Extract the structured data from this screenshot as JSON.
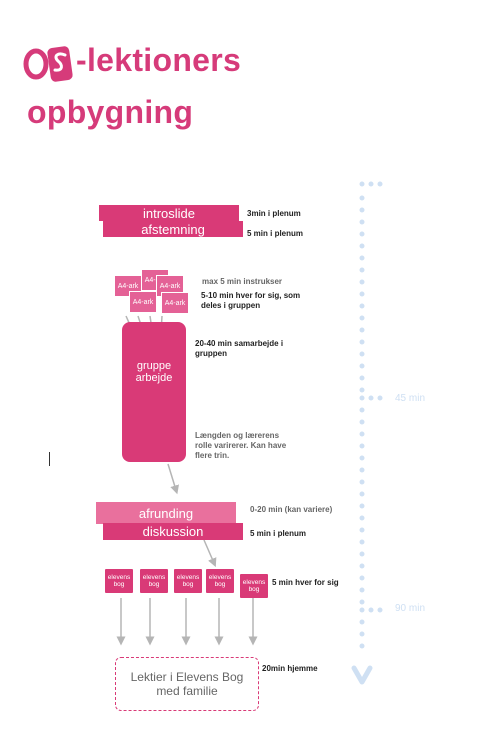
{
  "title": {
    "line1_suffix": "-lektioners",
    "line2": "opbygning"
  },
  "logo": {
    "text": "OS"
  },
  "colors": {
    "accent": "#d93a77",
    "accent_light": "#e9709d",
    "timeline": "#cfe0f3"
  },
  "steps": {
    "introslide": "introslide",
    "introslide_note": "3min i plenum",
    "afstemning": "afstemning",
    "afstemning_note": "5 min i plenum",
    "instruks_note": "max 5 min instrukser",
    "individual_note": "5-10 min hver for sig, som deles i gruppen",
    "a4": [
      "A4-ark",
      "A4-ark",
      "A4-ark",
      "A4-ark",
      "A4-ark"
    ],
    "group_label_1": "gruppe",
    "group_label_2": "arbejde",
    "group_note": "20-40 min samarbejde i gruppen",
    "roles_note": "Længden og lærerens rolle varirerer. Kan have flere trin.",
    "afrunding": "afrunding",
    "afrunding_note": "0-20 min (kan variere)",
    "diskussion": "diskussion",
    "diskussion_note": "5 min i plenum",
    "book_line1": "elevens",
    "book_line2": "bog",
    "books_note": "5 min hver for sig",
    "homework_line1": "Lektier i Elevens Bog",
    "homework_line2": "med familie",
    "homework_note": "20min hjemme"
  },
  "timeline": {
    "mark_45": "45 min",
    "mark_90": "90 min"
  }
}
